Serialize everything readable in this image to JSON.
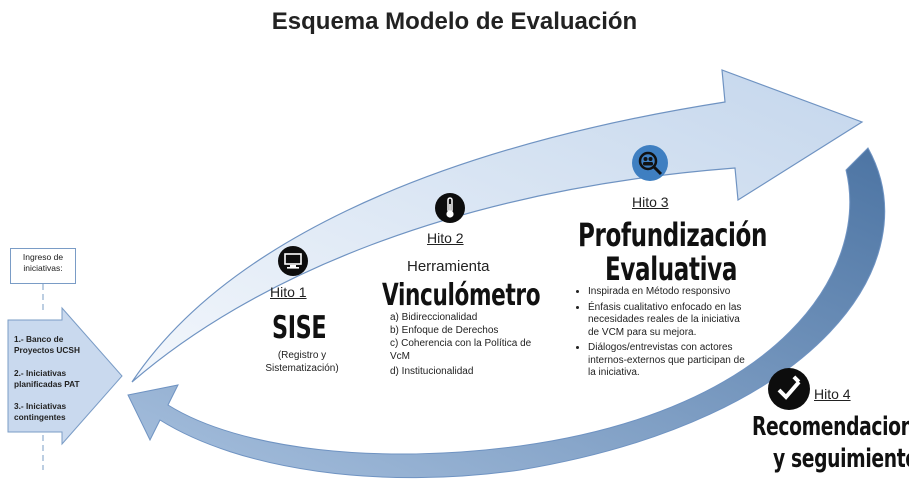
{
  "title": "Esquema Modelo de Evaluación",
  "ingreso": {
    "label": "Ingreso de iniciativas:",
    "items": [
      "1.- Banco de Proyectos UCSH",
      "2.- Iniciativas planificadas PAT",
      "3.- Iniciativas contingentes"
    ]
  },
  "hitos": [
    {
      "label": "Hito 1",
      "heading": "SISE",
      "description": "(Registro y Sistematización)",
      "icon": "computer-icon"
    },
    {
      "label": "Hito 2",
      "pre_heading": "Herramienta",
      "heading": "Vinculómetro",
      "items": [
        "a) Bidireccionalidad",
        "b) Enfoque de Derechos",
        "c) Coherencia con la Política de VcM",
        "d) Institucionalidad"
      ],
      "icon": "thermometer-icon"
    },
    {
      "label": "Hito 3",
      "heading_line1": "Profundización",
      "heading_line2": "Evaluativa",
      "bullets": [
        "Inspirada en Método responsivo",
        "Énfasis cualitativo enfocado en las necesidades reales de la iniciativa de VCM para su mejora.",
        "Diálogos/entrevistas con actores internos-externos que participan de la iniciativa."
      ],
      "icon": "magnifier-people-icon"
    },
    {
      "label": "Hito 4",
      "heading_line1": "Recomendaciones",
      "heading_line2": "y seguimiento",
      "icon": "checkmark-pencil-icon"
    }
  ],
  "colors": {
    "arrow_fill_light": "#dce7f4",
    "arrow_fill_mid": "#b9cde6",
    "arrow_stroke": "#6f93c2",
    "return_arc_dark": "#5b7faa",
    "icon_bg": "#0d0d0d",
    "hito3_icon_bg": "#3f7fc1"
  }
}
